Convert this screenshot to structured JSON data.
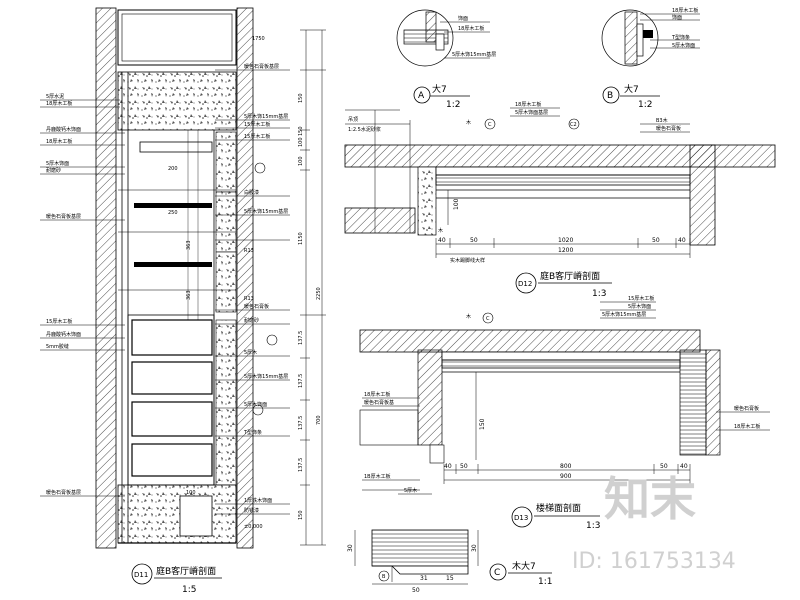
{
  "elevation_d11": {
    "title": "庭B客厅嵴剖面",
    "code": "D11",
    "scale": "1:5",
    "left_labels": [
      "5厚水泥",
      "18厚木工板",
      "丹鹿酸钙木饰面",
      "18厚木工板",
      "5厚木饰面",
      "耐磨砂",
      "暖色石膏板基层",
      "15厚木工板",
      "丹鹿酸钙木饰面",
      "5mm胶缝",
      "暖色石膏板基层"
    ],
    "right_labels": [
      "暖色石膏板基层",
      "5厚木饰15mm基层",
      "15厚木工板",
      "15厚木工板",
      "白胶漆",
      "5厚木饰15mm基层",
      "R13",
      "R13",
      "暖色石膏板",
      "耐磨砂",
      "5厚木",
      "5厚木饰15mm基层",
      "5厚木饰面",
      "T型饰条",
      "1厚铁木饰面",
      "防锈漆",
      "±0.000"
    ],
    "inner_dims": [
      "1750",
      "200",
      "250",
      "363",
      "363",
      "100"
    ],
    "vertical_dims": [
      "150",
      "150",
      "100",
      "100",
      "1150",
      "2250",
      "137.5",
      "137.5",
      "137.5",
      "137.5",
      "700",
      "150"
    ]
  },
  "detail_a": {
    "label": "A",
    "title": "大7",
    "scale": "1:2",
    "labels": [
      "饰面",
      "18厚木工板",
      "5厚木饰15mm基层"
    ]
  },
  "detail_b": {
    "label": "B",
    "title": "大7",
    "scale": "1:2",
    "labels": [
      "18厚木工板",
      "饰面",
      "T型饰条",
      "5厚木饰面"
    ]
  },
  "section_d12": {
    "code": "D12",
    "title": "庭B客厅嵴剖面",
    "scale": "1:3",
    "labels": [
      "吊顶",
      "1:2.5水泥砂浆",
      "18厚木工板",
      "5厚木饰面基层",
      "B3木",
      "暖色石膏板",
      "木",
      "实木踢脚线大样",
      "木"
    ],
    "dims": [
      "100",
      "40",
      "50",
      "1020",
      "50",
      "40",
      "1200"
    ],
    "callouts": [
      "C",
      "C2"
    ]
  },
  "section_d13": {
    "code": "D13",
    "title": "楼梯面剖面",
    "scale": "1:3",
    "labels": [
      "木",
      "15厚木工板",
      "5厚木饰面",
      "5厚木饰15mm基层",
      "18厚木工板",
      "暖色石膏板基",
      "暖色石膏板",
      "18厚木工板",
      "1B厚木工板",
      "5厚木"
    ],
    "dims": [
      "150",
      "40",
      "50",
      "800",
      "50",
      "40",
      "900"
    ],
    "callouts": [
      "C"
    ]
  },
  "detail_c": {
    "label": "C",
    "title": "木大7",
    "scale": "1:1",
    "dims": [
      "30",
      "30",
      "31",
      "15",
      "50"
    ],
    "callouts": [
      "B"
    ]
  },
  "watermark": {
    "logo_text": "知末",
    "id_text": "ID: 161753134"
  }
}
